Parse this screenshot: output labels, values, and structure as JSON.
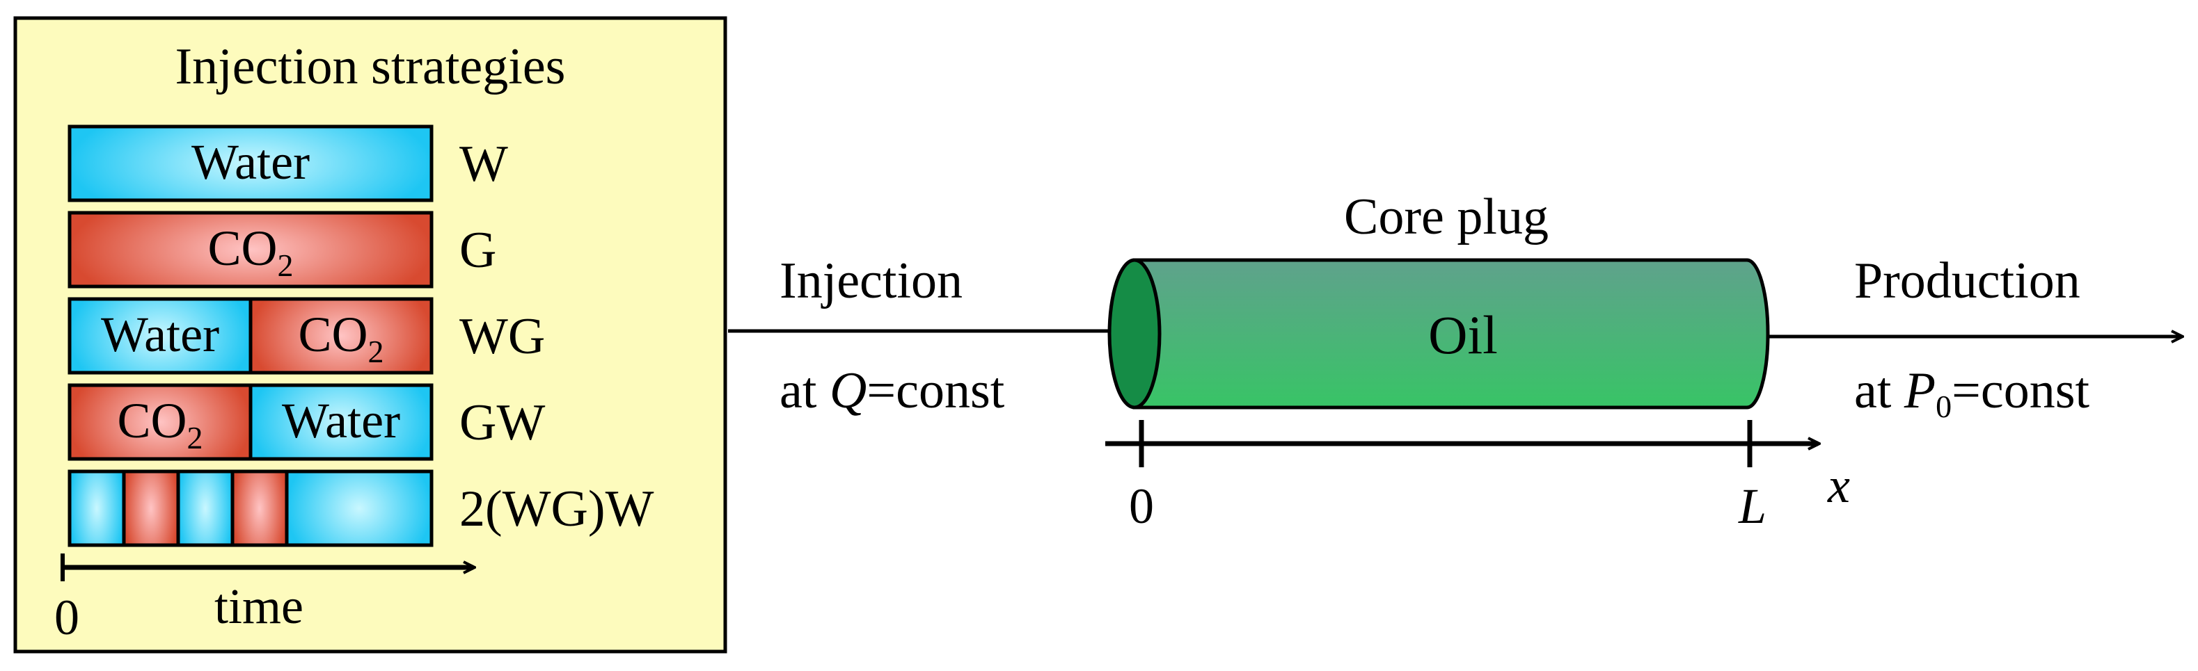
{
  "panel": {
    "title": "Injection strategies",
    "strategies": [
      {
        "id": "W",
        "label": "W",
        "segments": [
          {
            "kind": "water",
            "text": "Water",
            "share": 1.0
          }
        ]
      },
      {
        "id": "G",
        "label": "G",
        "segments": [
          {
            "kind": "co2",
            "text": "CO",
            "sub": "2",
            "share": 1.0
          }
        ]
      },
      {
        "id": "WG",
        "label": "WG",
        "segments": [
          {
            "kind": "water",
            "text": "Water",
            "share": 0.5
          },
          {
            "kind": "co2",
            "text": "CO",
            "sub": "2",
            "share": 0.5
          }
        ]
      },
      {
        "id": "GW",
        "label": "GW",
        "segments": [
          {
            "kind": "co2",
            "text": "CO",
            "sub": "2",
            "share": 0.5
          },
          {
            "kind": "water",
            "text": "Water",
            "share": 0.5
          }
        ]
      },
      {
        "id": "2WGW",
        "label": "2(WG)W",
        "segments": [
          {
            "kind": "water",
            "text": "",
            "share": 0.15
          },
          {
            "kind": "co2",
            "text": "",
            "share": 0.15
          },
          {
            "kind": "water",
            "text": "",
            "share": 0.15
          },
          {
            "kind": "co2",
            "text": "",
            "share": 0.15
          },
          {
            "kind": "water",
            "text": "",
            "share": 0.4
          }
        ]
      }
    ],
    "time_axis": {
      "origin_label": "0",
      "label": "time"
    }
  },
  "setup": {
    "injection_label": "Injection",
    "injection_condition": {
      "prefix": "at ",
      "var": "Q",
      "suffix": "=const"
    },
    "core_label": "Core plug",
    "core_content": "Oil",
    "production_label": "Production",
    "production_condition": {
      "prefix": "at ",
      "var": "P",
      "sub": "0",
      "suffix": "=const"
    },
    "x_axis": {
      "origin_label": "0",
      "end_label": "L",
      "axis_label": "x"
    }
  },
  "colors": {
    "panel_bg": "#fdfbbd",
    "water_center": "#c9f7ff",
    "water_edge": "#1ec6f3",
    "co2_center": "#ffc4c4",
    "co2_edge": "#d84a30",
    "oil_top": "#5fa28c",
    "oil_bottom": "#38c466",
    "core_face": "#158c46"
  }
}
